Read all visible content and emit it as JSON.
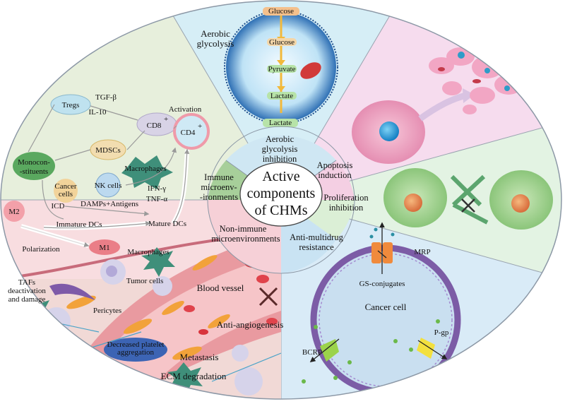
{
  "center": {
    "line1": "Active",
    "line2": "components",
    "line3": "of CHMs"
  },
  "ring_labels": {
    "aerobic_inhibition": [
      "Aerobic",
      "glycolysis",
      "inhibition"
    ],
    "apoptosis": [
      "Apoptosis",
      "induction"
    ],
    "proliferation": [
      "Proliferation",
      "inhibition"
    ],
    "anti_mdr": [
      "Anti-multidrug",
      "resistance"
    ],
    "non_immune": [
      "Non-immune",
      "microenvironments"
    ],
    "immune": [
      "Immune",
      "microenv-",
      "-ironments"
    ]
  },
  "glycolysis": {
    "title": [
      "Aerobic",
      "glycolysis"
    ],
    "glucose_out": "Glucose",
    "glucose_in": "Glucose",
    "pyruvate": "Pyruvate",
    "lactate_in": "Lactate",
    "lactate_out": "Lactate"
  },
  "immune": {
    "tregs": "Tregs",
    "tgf": "TGF-β",
    "il10": "IL-10",
    "cd8": "CD8",
    "cd4": "CD4",
    "plus": "+",
    "activation": "Activation",
    "mdscs": "MDSCs",
    "macrophages": "Macrophages",
    "monocon": [
      "Monocon-",
      "-stituents"
    ],
    "cancer_cells": [
      "Cancer",
      "cells"
    ],
    "nk_cells": "NK cells",
    "ifn": "IFN-γ",
    "tnf": "TNF-α",
    "m2": "M2",
    "icd": "ICD",
    "damps": "DAMPs+Antigens",
    "immature_dcs": "Immature DCs",
    "mature_dcs": "Mature DCs",
    "polarization": "Polarization",
    "m1": "M1"
  },
  "non_immune": {
    "macrophages": "Macrophages",
    "tumor_cells": "Tumor cells",
    "tafs": [
      "TAFs",
      "deactivation",
      "and damage"
    ],
    "pericytes": "Pericytes",
    "blood_vessel": "Blood vessel",
    "anti_angio": "Anti-angiogenesis",
    "platelet": [
      "Decreased platelet",
      "aggregation"
    ],
    "metastasis": "Metastasis",
    "ecm": "ECM degradation"
  },
  "mdr": {
    "mrp": "MRP",
    "gs_conjugates": "GS-conjugates",
    "cancer_cell": "Cancer cell",
    "bcrp": "BCRP",
    "pgp": "P-gp"
  },
  "colors": {
    "glycolysis_bg": "#d6eef6",
    "apoptosis_bg": "#f6dcee",
    "proliferation_bg": "#e3f3e3",
    "mdr_bg": "#d9ebf7",
    "non_immune_bg": "#f8dde0",
    "immune_bg": "#e7efdc",
    "ring_green": "#a7cf9a",
    "ring_blue": "#bcdcef",
    "ring_pink": "#f2c9de"
  }
}
